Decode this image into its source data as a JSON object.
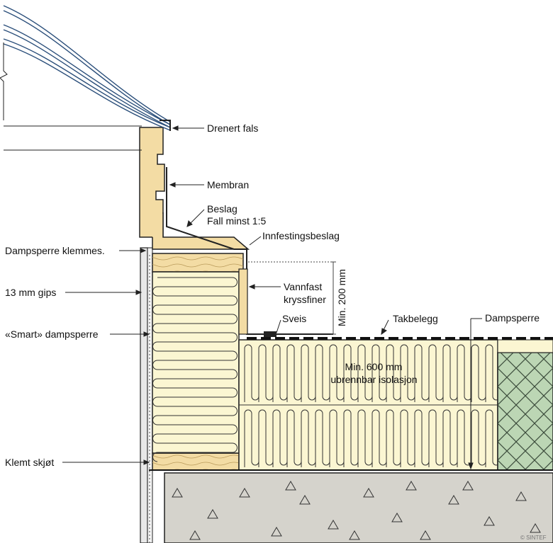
{
  "labels": {
    "drenert_fals": "Drenert fals",
    "membran": "Membran",
    "beslag": "Beslag",
    "fall": "Fall minst 1:5",
    "innfestingsbeslag": "Innfestingsbeslag",
    "dampsperre_klemmes": "Dampsperre klemmes.",
    "gips": "13 mm gips",
    "vannfast": "Vannfast",
    "kryssfiner": "kryssfiner",
    "sveis": "Sveis",
    "takbelegg": "Takbelegg",
    "dampsperre": "Dampsperre",
    "smart_dampsperre": "«Smart» dampsperre",
    "min_200": "Min. 200 mm",
    "min_600": "Min. 600 mm",
    "isolasjon": "ubrennbar isolasjon",
    "klemt_skjot": "Klemt skjøt",
    "copyright": "© SINTEF"
  },
  "colors": {
    "timber": "#f3dca4",
    "insulation": "#fbf6d2",
    "concrete": "#d5d3cc",
    "xps": "#bcd6b4",
    "line": "#222222"
  }
}
